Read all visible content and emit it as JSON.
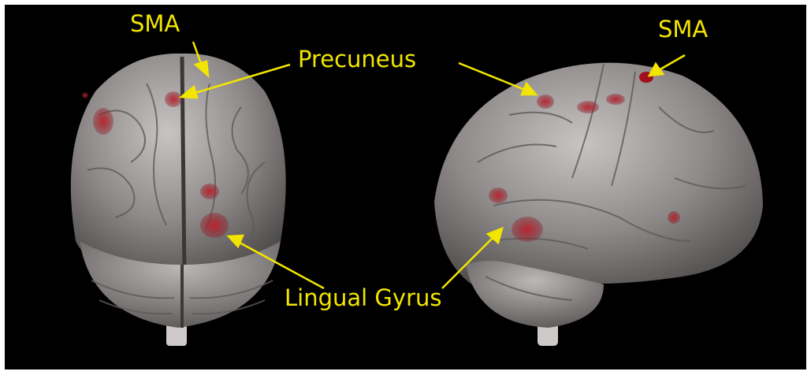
{
  "labels": {
    "sma_back": "SMA",
    "sma_side": "SMA",
    "precuneus": "Precuneus",
    "lingual_gyrus": "Lingual Gyrus"
  },
  "colors": {
    "background": "#000000",
    "label": "#f2e600",
    "brain": "#9a9595",
    "activation": "#b3232c"
  }
}
